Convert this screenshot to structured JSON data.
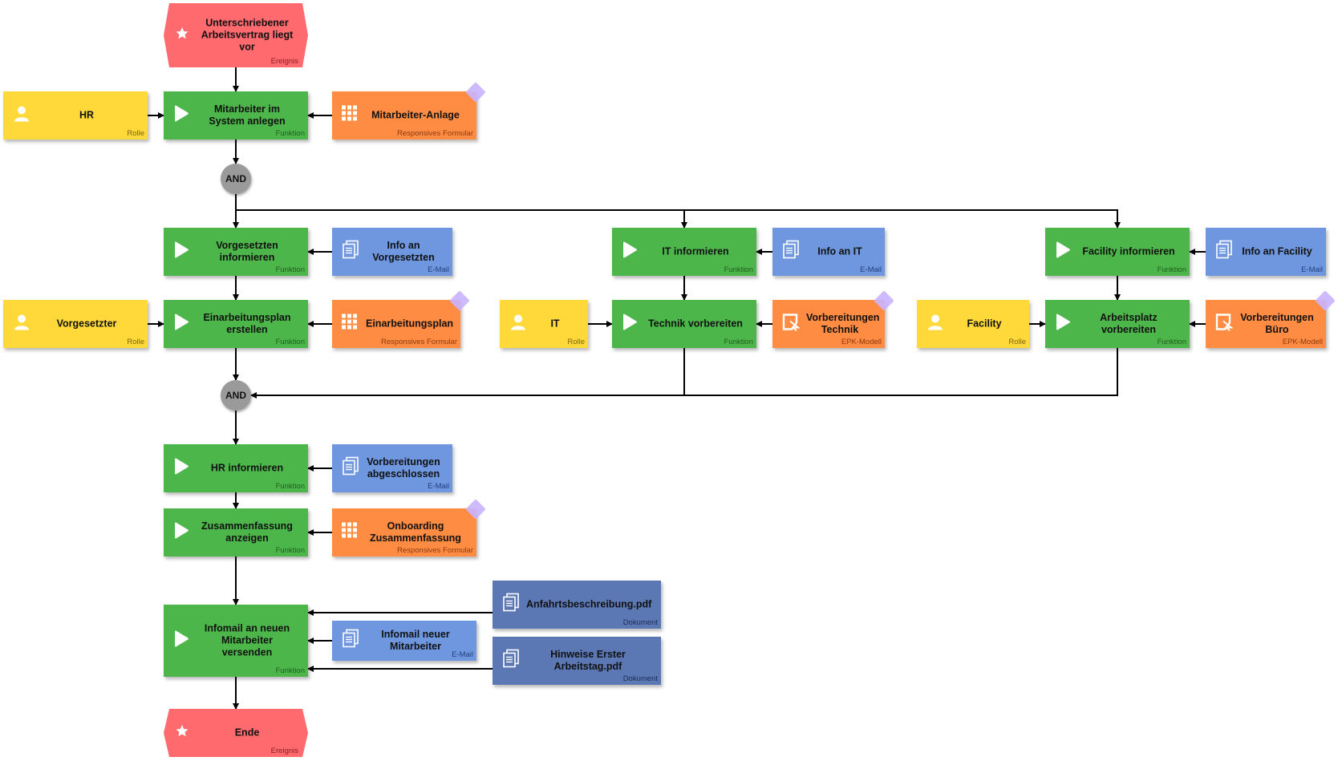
{
  "nodes": {
    "start_event": {
      "text": "Unterschriebener Arbeitsvertrag liegt vor",
      "type": "Ereignis"
    },
    "func_anlegen": {
      "text": "Mitarbeiter im System anlegen",
      "type": "Funktion"
    },
    "role_hr": {
      "text": "HR",
      "type": "Rolle"
    },
    "form_anlage": {
      "text": "Mitarbeiter-Anlage",
      "type": "Responsives Formular"
    },
    "gate_and_1": {
      "text": "AND"
    },
    "func_vorgesetzten": {
      "text": "Vorgesetzten informieren",
      "type": "Funktion"
    },
    "mail_vorgesetzten": {
      "text": "Info an Vorgesetzten",
      "type": "E-Mail"
    },
    "func_it": {
      "text": "IT informieren",
      "type": "Funktion"
    },
    "mail_it": {
      "text": "Info an IT",
      "type": "E-Mail"
    },
    "func_facility": {
      "text": "Facility informieren",
      "type": "Funktion"
    },
    "mail_facility": {
      "text": "Info an Facility",
      "type": "E-Mail"
    },
    "role_vorgesetzter": {
      "text": "Vorgesetzter",
      "type": "Rolle"
    },
    "func_plan": {
      "text": "Einarbeitungsplan erstellen",
      "type": "Funktion"
    },
    "form_plan": {
      "text": "Einarbeitungsplan",
      "type": "Responsives Formular"
    },
    "role_it": {
      "text": "IT",
      "type": "Rolle"
    },
    "func_technik": {
      "text": "Technik vorbereiten",
      "type": "Funktion"
    },
    "model_technik": {
      "text": "Vorbereitungen Technik",
      "type": "EPK-Modell"
    },
    "role_facility": {
      "text": "Facility",
      "type": "Rolle"
    },
    "func_arbeitsplatz": {
      "text": "Arbeitsplatz vorbereiten",
      "type": "Funktion"
    },
    "model_buero": {
      "text": "Vorbereitungen Büro",
      "type": "EPK-Modell"
    },
    "gate_and_2": {
      "text": "AND"
    },
    "func_hr_info": {
      "text": "HR informieren",
      "type": "Funktion"
    },
    "mail_abgeschlossen": {
      "text": "Vorbereitungen abgeschlossen",
      "type": "E-Mail"
    },
    "func_zusammenfassung": {
      "text": "Zusammenfassung anzeigen",
      "type": "Funktion"
    },
    "form_onboarding": {
      "text": "Onboarding Zusammenfassung",
      "type": "Responsives Formular"
    },
    "func_infomail": {
      "text": "Infomail an neuen Mitarbeiter versenden",
      "type": "Funktion"
    },
    "mail_infomail": {
      "text": "Infomail neuer Mitarbeiter",
      "type": "E-Mail"
    },
    "doc_anfahrt": {
      "text": "Anfahrtsbeschreibung.pdf",
      "type": "Dokument"
    },
    "doc_hinweise": {
      "text": "Hinweise Erster Arbeitstag.pdf",
      "type": "Dokument"
    },
    "end_event": {
      "text": "Ende",
      "type": "Ereignis"
    }
  },
  "colors": {
    "function": "#4db64a",
    "role": "#ffd93a",
    "form": "#ff8c42",
    "email": "#6e97e0",
    "document": "#5b78b5",
    "event": "#ff6a6f",
    "gateway": "#9a9a9a",
    "connector": "#000000"
  }
}
